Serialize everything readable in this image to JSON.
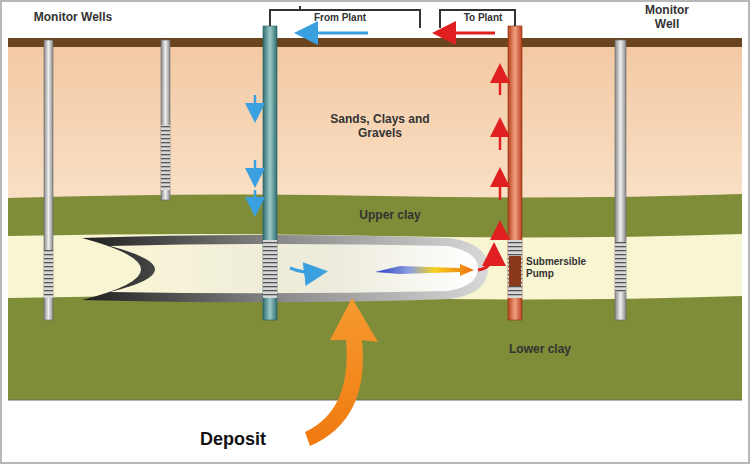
{
  "diagram": {
    "nodes": [
      {
        "text": [
          "Sands, Clays and Gravels"
        ]
      },
      {
        "text": [
          "Upper clay"
        ]
      },
      {
        "text": [
          "Lower clay"
        ]
      }
    ],
    "labels": [
      "Monitor Wells",
      "From Plant",
      "To Plant",
      "Monitor Well",
      "Submersible Pump",
      "Deposit"
    ]
  }
}
